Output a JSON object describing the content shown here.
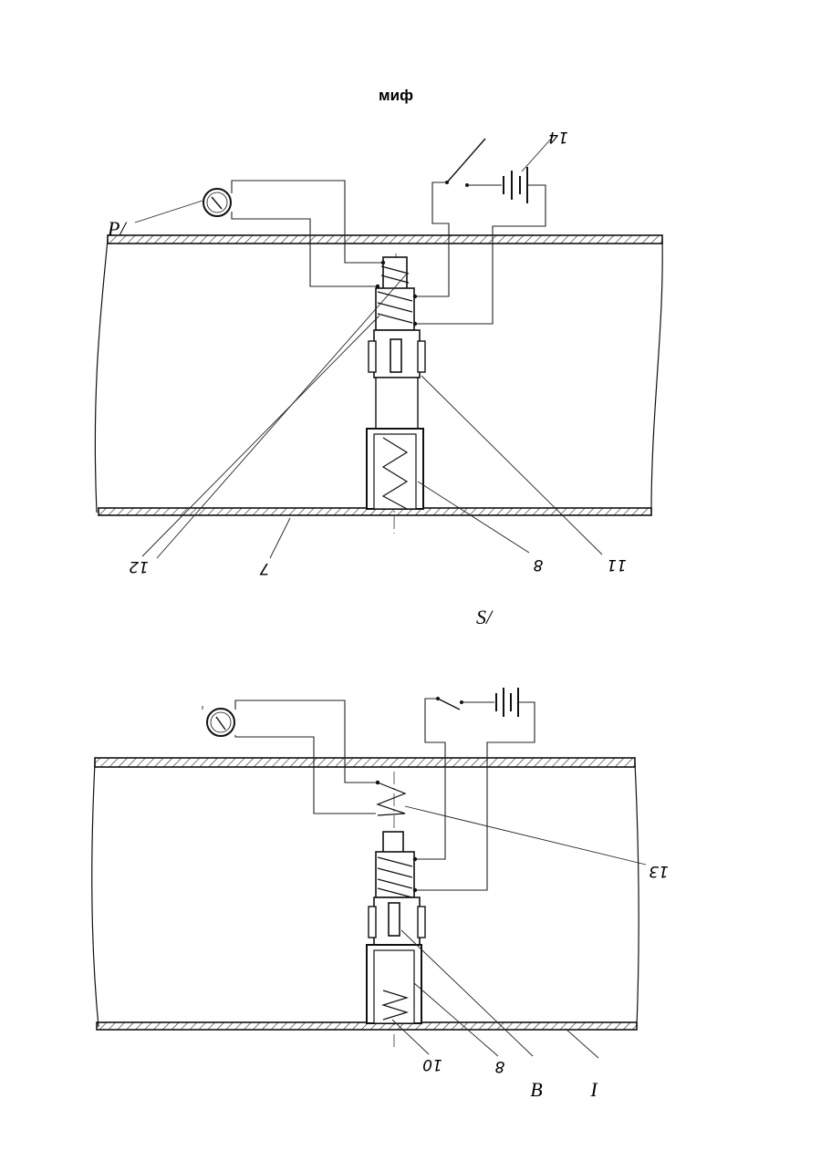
{
  "header": {
    "title": "миф"
  },
  "figure_1": {
    "label_top_left": "P/",
    "label_bottom": "S/",
    "callouts": {
      "battery": "14",
      "spring_coil": "12",
      "wall": "7",
      "sleeve": "8",
      "holder": "11"
    }
  },
  "figure_2": {
    "callouts": {
      "upper_spring": "13",
      "bottom_spring": "10",
      "sleeve": "8"
    },
    "label_b": "B",
    "label_i": "I"
  }
}
